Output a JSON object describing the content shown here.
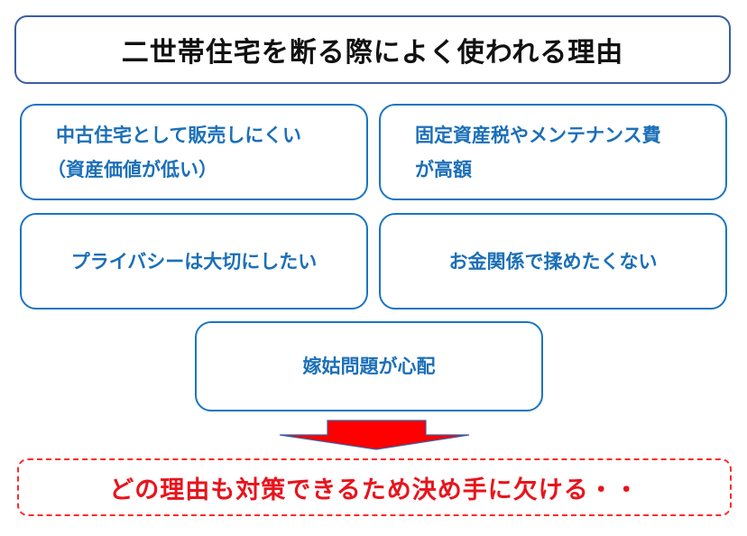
{
  "title": "二世帯住宅を断る際によく使われる理由",
  "reasons": [
    {
      "lines": [
        "中古住宅として販売しにくい",
        "（資産価値が低い）"
      ]
    },
    {
      "lines": [
        "固定資産税やメンテナンス費",
        "が高額"
      ]
    },
    {
      "lines": [
        "プライバシーは大切にしたい"
      ]
    },
    {
      "lines": [
        "お金関係で揉めたくない"
      ]
    },
    {
      "lines": [
        "嫁姑問題が心配"
      ]
    }
  ],
  "arrow": {
    "icon": "down-arrow-icon",
    "fill": "#ff0000",
    "stroke": "#3b5fa0"
  },
  "conclusion": "どの理由も対策できるため決め手に欠ける・・",
  "colors": {
    "title_border": "#3b5fa0",
    "title_text": "#111111",
    "reason_border": "#1b75c2",
    "reason_text": "#1b6fb8",
    "conclusion_border": "#ff2a2a",
    "conclusion_text": "#e8141c"
  }
}
